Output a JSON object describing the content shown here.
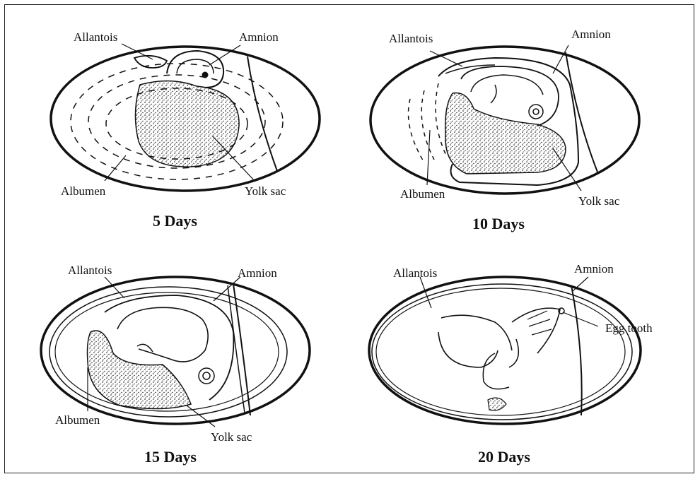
{
  "panels": [
    {
      "caption": "5 Days",
      "labels": {
        "allantois": "Allantois",
        "amnion": "Amnion",
        "albumen": "Albumen",
        "yolk_sac": "Yolk sac"
      }
    },
    {
      "caption": "10 Days",
      "labels": {
        "allantois": "Allantois",
        "amnion": "Amnion",
        "albumen": "Albumen",
        "yolk_sac": "Yolk sac"
      }
    },
    {
      "caption": "15 Days",
      "labels": {
        "allantois": "Allantois",
        "amnion": "Amnion",
        "albumen": "Albumen",
        "yolk_sac": "Yolk sac"
      }
    },
    {
      "caption": "20 Days",
      "labels": {
        "allantois": "Allantois",
        "amnion": "Amnion",
        "egg_tooth": "Egg tooth"
      }
    }
  ],
  "colors": {
    "ink": "#111111",
    "background": "#ffffff"
  }
}
